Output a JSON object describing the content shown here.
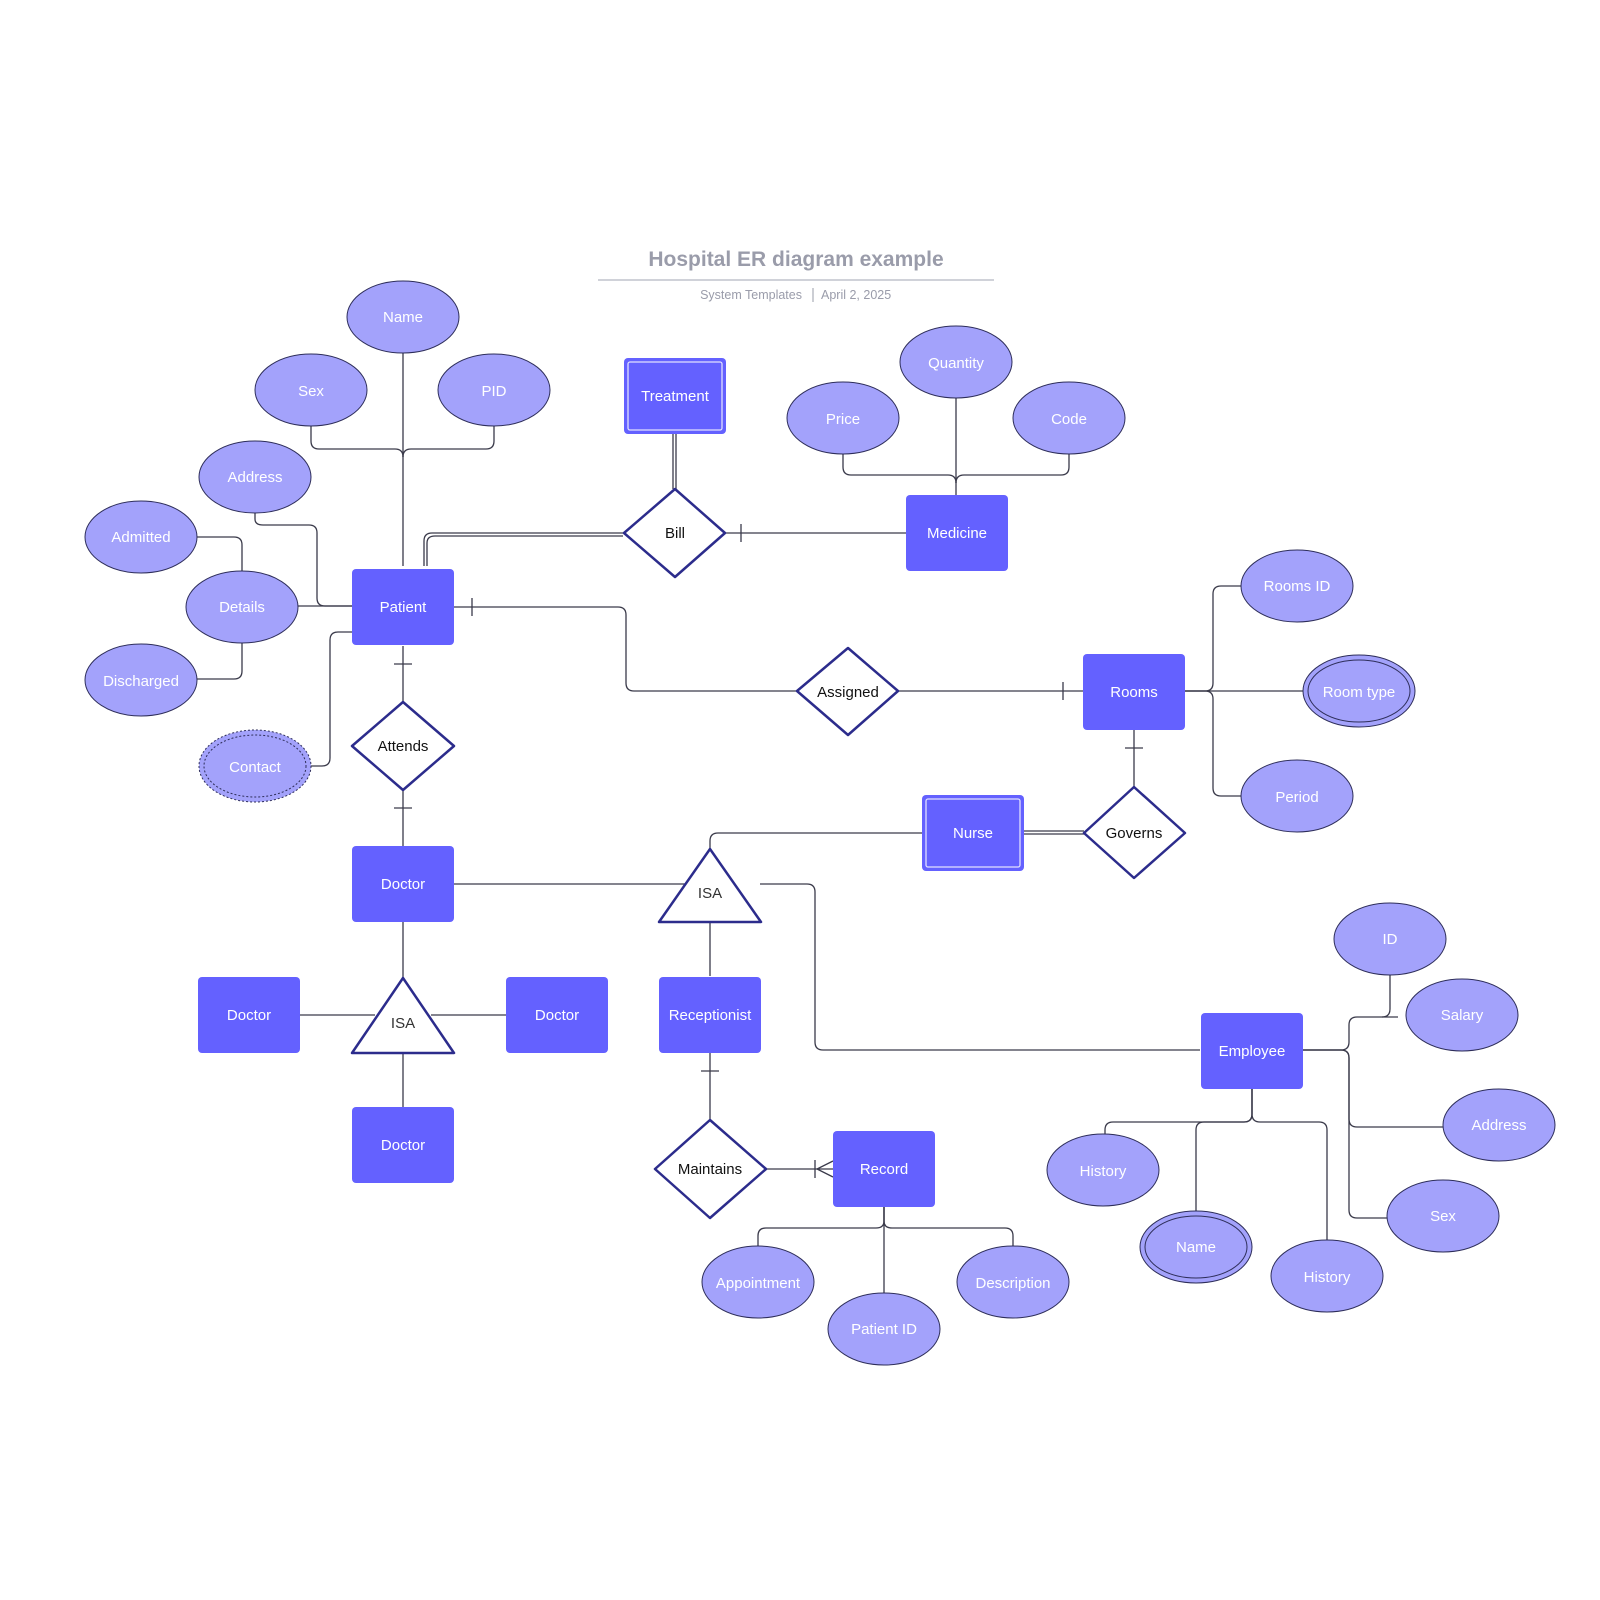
{
  "header": {
    "title": "Hospital ER diagram example",
    "author": "System Templates",
    "date": "April 2, 2025"
  },
  "entities": {
    "patient": "Patient",
    "treatment": "Treatment",
    "medicine": "Medicine",
    "rooms": "Rooms",
    "nurse": "Nurse",
    "doctor": "Doctor",
    "doctor_left": "Doctor",
    "doctor_right": "Doctor",
    "doctor_bottom": "Doctor",
    "receptionist": "Receptionist",
    "record": "Record",
    "employee": "Employee"
  },
  "relationships": {
    "bill": "Bill",
    "assigned": "Assigned",
    "attends": "Attends",
    "governs": "Governs",
    "maintains": "Maintains",
    "isa_staff": "ISA",
    "isa_doctor": "ISA"
  },
  "attributes": {
    "patient_name": "Name",
    "patient_sex": "Sex",
    "patient_pid": "PID",
    "patient_address": "Address",
    "patient_admitted": "Admitted",
    "patient_details": "Details",
    "patient_discharged": "Discharged",
    "patient_contact": "Contact",
    "medicine_quantity": "Quantity",
    "medicine_price": "Price",
    "medicine_code": "Code",
    "rooms_id": "Rooms ID",
    "rooms_type": "Room type",
    "rooms_period": "Period",
    "employee_id": "ID",
    "employee_salary": "Salary",
    "employee_address": "Address",
    "employee_sex": "Sex",
    "employee_history_left": "History",
    "employee_name": "Name",
    "employee_history_right": "History",
    "record_appointment": "Appointment",
    "record_patient_id": "Patient ID",
    "record_description": "Description"
  },
  "colors": {
    "entity_fill": "#6461ff",
    "attribute_fill": "#a3a2fb",
    "relationship_stroke": "#2c2c8c",
    "connector": "#3a3a4a",
    "title": "#9a9caa"
  }
}
